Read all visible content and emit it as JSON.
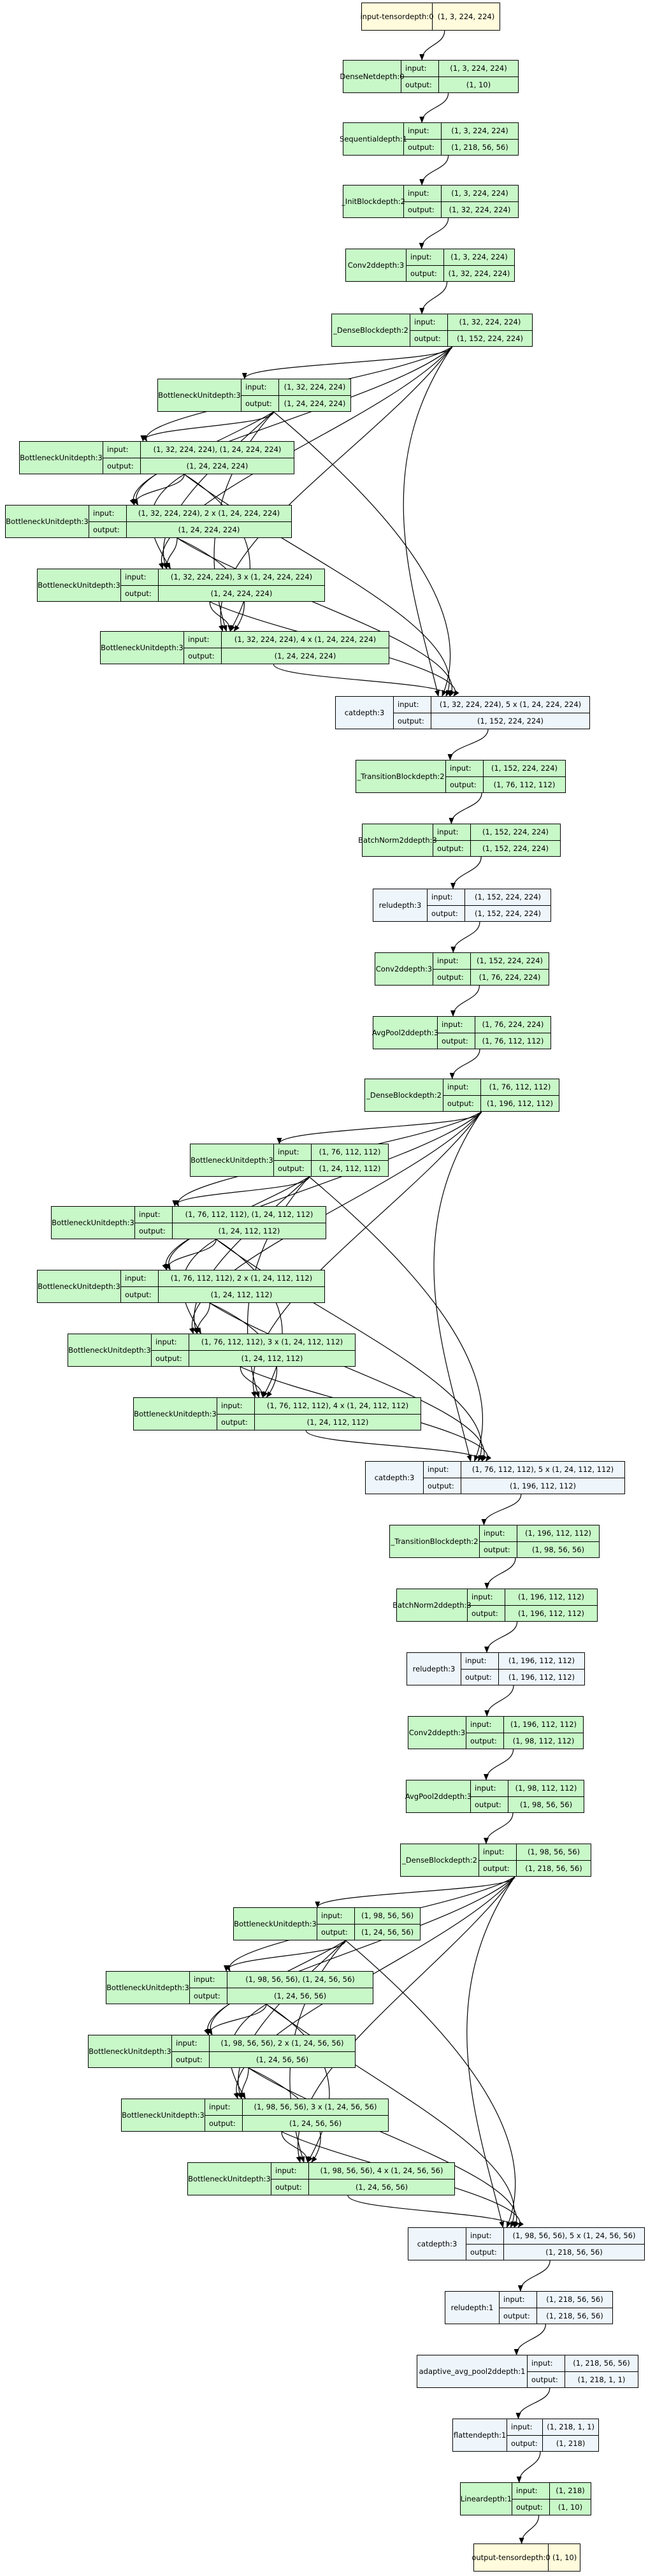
{
  "labels": {
    "input": "input:",
    "output": "output:"
  },
  "nodes": [
    {
      "id": "n0",
      "type": "tensor",
      "name": "input-tensor",
      "depth": "depth:0",
      "value": "(1, 3, 224, 224)"
    },
    {
      "id": "n1",
      "type": "mod",
      "name": "DenseNet",
      "depth": "depth:0",
      "input": "(1, 3, 224, 224)",
      "output": "(1, 10)"
    },
    {
      "id": "n2",
      "type": "mod",
      "name": "Sequential",
      "depth": "depth:1",
      "input": "(1, 3, 224, 224)",
      "output": "(1, 218, 56, 56)"
    },
    {
      "id": "n3",
      "type": "mod",
      "name": "_InitBlock",
      "depth": "depth:2",
      "input": "(1, 3, 224, 224)",
      "output": "(1, 32, 224, 224)"
    },
    {
      "id": "n4",
      "type": "mod",
      "name": "Conv2d",
      "depth": "depth:3",
      "input": "(1, 3, 224, 224)",
      "output": "(1, 32, 224, 224)"
    },
    {
      "id": "n5",
      "type": "mod",
      "name": "_DenseBlock",
      "depth": "depth:2",
      "input": "(1, 32, 224, 224)",
      "output": "(1, 152, 224, 224)"
    },
    {
      "id": "n6",
      "type": "mod",
      "name": "BottleneckUnit",
      "depth": "depth:3",
      "input": "(1, 32, 224, 224)",
      "output": "(1, 24, 224, 224)"
    },
    {
      "id": "n7",
      "type": "mod",
      "name": "BottleneckUnit",
      "depth": "depth:3",
      "input": "(1, 32, 224, 224), (1, 24, 224, 224)",
      "output": "(1, 24, 224, 224)"
    },
    {
      "id": "n8",
      "type": "mod",
      "name": "BottleneckUnit",
      "depth": "depth:3",
      "input": "(1, 32, 224, 224), 2 x (1, 24, 224, 224)",
      "output": "(1, 24, 224, 224)"
    },
    {
      "id": "n9",
      "type": "mod",
      "name": "BottleneckUnit",
      "depth": "depth:3",
      "input": "(1, 32, 224, 224), 3 x (1, 24, 224, 224)",
      "output": "(1, 24, 224, 224)"
    },
    {
      "id": "n10",
      "type": "mod",
      "name": "BottleneckUnit",
      "depth": "depth:3",
      "input": "(1, 32, 224, 224), 4 x (1, 24, 224, 224)",
      "output": "(1, 24, 224, 224)"
    },
    {
      "id": "n11",
      "type": "fn",
      "name": "cat",
      "depth": "depth:3",
      "input": "(1, 32, 224, 224), 5 x (1, 24, 224, 224)",
      "output": "(1, 152, 224, 224)"
    },
    {
      "id": "n12",
      "type": "mod",
      "name": "_TransitionBlock",
      "depth": "depth:2",
      "input": "(1, 152, 224, 224)",
      "output": "(1, 76, 112, 112)"
    },
    {
      "id": "n13",
      "type": "mod",
      "name": "BatchNorm2d",
      "depth": "depth:3",
      "input": "(1, 152, 224, 224)",
      "output": "(1, 152, 224, 224)"
    },
    {
      "id": "n14",
      "type": "fn",
      "name": "relu",
      "depth": "depth:3",
      "input": "(1, 152, 224, 224)",
      "output": "(1, 152, 224, 224)"
    },
    {
      "id": "n15",
      "type": "mod",
      "name": "Conv2d",
      "depth": "depth:3",
      "input": "(1, 152, 224, 224)",
      "output": "(1, 76, 224, 224)"
    },
    {
      "id": "n16",
      "type": "mod",
      "name": "AvgPool2d",
      "depth": "depth:3",
      "input": "(1, 76, 224, 224)",
      "output": "(1, 76, 112, 112)"
    },
    {
      "id": "n17",
      "type": "mod",
      "name": "_DenseBlock",
      "depth": "depth:2",
      "input": "(1, 76, 112, 112)",
      "output": "(1, 196, 112, 112)"
    },
    {
      "id": "n18",
      "type": "mod",
      "name": "BottleneckUnit",
      "depth": "depth:3",
      "input": "(1, 76, 112, 112)",
      "output": "(1, 24, 112, 112)"
    },
    {
      "id": "n19",
      "type": "mod",
      "name": "BottleneckUnit",
      "depth": "depth:3",
      "input": "(1, 76, 112, 112), (1, 24, 112, 112)",
      "output": "(1, 24, 112, 112)"
    },
    {
      "id": "n20",
      "type": "mod",
      "name": "BottleneckUnit",
      "depth": "depth:3",
      "input": "(1, 76, 112, 112), 2 x (1, 24, 112, 112)",
      "output": "(1, 24, 112, 112)"
    },
    {
      "id": "n21",
      "type": "mod",
      "name": "BottleneckUnit",
      "depth": "depth:3",
      "input": "(1, 76, 112, 112), 3 x (1, 24, 112, 112)",
      "output": "(1, 24, 112, 112)"
    },
    {
      "id": "n22",
      "type": "mod",
      "name": "BottleneckUnit",
      "depth": "depth:3",
      "input": "(1, 76, 112, 112), 4 x (1, 24, 112, 112)",
      "output": "(1, 24, 112, 112)"
    },
    {
      "id": "n23",
      "type": "fn",
      "name": "cat",
      "depth": "depth:3",
      "input": "(1, 76, 112, 112), 5 x (1, 24, 112, 112)",
      "output": "(1, 196, 112, 112)"
    },
    {
      "id": "n24",
      "type": "mod",
      "name": "_TransitionBlock",
      "depth": "depth:2",
      "input": "(1, 196, 112, 112)",
      "output": "(1, 98, 56, 56)"
    },
    {
      "id": "n25",
      "type": "mod",
      "name": "BatchNorm2d",
      "depth": "depth:3",
      "input": "(1, 196, 112, 112)",
      "output": "(1, 196, 112, 112)"
    },
    {
      "id": "n26",
      "type": "fn",
      "name": "relu",
      "depth": "depth:3",
      "input": "(1, 196, 112, 112)",
      "output": "(1, 196, 112, 112)"
    },
    {
      "id": "n27",
      "type": "mod",
      "name": "Conv2d",
      "depth": "depth:3",
      "input": "(1, 196, 112, 112)",
      "output": "(1, 98, 112, 112)"
    },
    {
      "id": "n28",
      "type": "mod",
      "name": "AvgPool2d",
      "depth": "depth:3",
      "input": "(1, 98, 112, 112)",
      "output": "(1, 98, 56, 56)"
    },
    {
      "id": "n29",
      "type": "mod",
      "name": "_DenseBlock",
      "depth": "depth:2",
      "input": "(1, 98, 56, 56)",
      "output": "(1, 218, 56, 56)"
    },
    {
      "id": "n30",
      "type": "mod",
      "name": "BottleneckUnit",
      "depth": "depth:3",
      "input": "(1, 98, 56, 56)",
      "output": "(1, 24, 56, 56)"
    },
    {
      "id": "n31",
      "type": "mod",
      "name": "BottleneckUnit",
      "depth": "depth:3",
      "input": "(1, 98, 56, 56), (1, 24, 56, 56)",
      "output": "(1, 24, 56, 56)"
    },
    {
      "id": "n32",
      "type": "mod",
      "name": "BottleneckUnit",
      "depth": "depth:3",
      "input": "(1, 98, 56, 56), 2 x (1, 24, 56, 56)",
      "output": "(1, 24, 56, 56)"
    },
    {
      "id": "n33",
      "type": "mod",
      "name": "BottleneckUnit",
      "depth": "depth:3",
      "input": "(1, 98, 56, 56), 3 x (1, 24, 56, 56)",
      "output": "(1, 24, 56, 56)"
    },
    {
      "id": "n34",
      "type": "mod",
      "name": "BottleneckUnit",
      "depth": "depth:3",
      "input": "(1, 98, 56, 56), 4 x (1, 24, 56, 56)",
      "output": "(1, 24, 56, 56)"
    },
    {
      "id": "n35",
      "type": "fn",
      "name": "cat",
      "depth": "depth:3",
      "input": "(1, 98, 56, 56), 5 x (1, 24, 56, 56)",
      "output": "(1, 218, 56, 56)"
    },
    {
      "id": "n36",
      "type": "fn",
      "name": "relu",
      "depth": "depth:1",
      "input": "(1, 218, 56, 56)",
      "output": "(1, 218, 56, 56)"
    },
    {
      "id": "n37",
      "type": "fn",
      "name": "adaptive_avg_pool2d",
      "depth": "depth:1",
      "input": "(1, 218, 56, 56)",
      "output": "(1, 218, 1, 1)"
    },
    {
      "id": "n38",
      "type": "fn",
      "name": "flatten",
      "depth": "depth:1",
      "input": "(1, 218, 1, 1)",
      "output": "(1, 218)"
    },
    {
      "id": "n39",
      "type": "mod",
      "name": "Linear",
      "depth": "depth:1",
      "input": "(1, 218)",
      "output": "(1, 10)"
    },
    {
      "id": "n40",
      "type": "tensor",
      "name": "output-tensor",
      "depth": "depth:0",
      "value": "(1, 10)"
    }
  ],
  "edges": [
    [
      "n0",
      "n1"
    ],
    [
      "n1",
      "n2"
    ],
    [
      "n2",
      "n3"
    ],
    [
      "n3",
      "n4"
    ],
    [
      "n4",
      "n5"
    ],
    [
      "n5",
      "n6"
    ],
    [
      "n5",
      "n7"
    ],
    [
      "n5",
      "n8"
    ],
    [
      "n5",
      "n9"
    ],
    [
      "n5",
      "n10"
    ],
    [
      "n5",
      "n11"
    ],
    [
      "n6",
      "n7"
    ],
    [
      "n6",
      "n8"
    ],
    [
      "n6",
      "n9"
    ],
    [
      "n6",
      "n10"
    ],
    [
      "n6",
      "n11"
    ],
    [
      "n7",
      "n8"
    ],
    [
      "n7",
      "n9"
    ],
    [
      "n7",
      "n10"
    ],
    [
      "n7",
      "n11"
    ],
    [
      "n8",
      "n9"
    ],
    [
      "n8",
      "n10"
    ],
    [
      "n8",
      "n11"
    ],
    [
      "n9",
      "n10"
    ],
    [
      "n9",
      "n11"
    ],
    [
      "n10",
      "n11"
    ],
    [
      "n11",
      "n12"
    ],
    [
      "n12",
      "n13"
    ],
    [
      "n13",
      "n14"
    ],
    [
      "n14",
      "n15"
    ],
    [
      "n15",
      "n16"
    ],
    [
      "n16",
      "n17"
    ],
    [
      "n17",
      "n18"
    ],
    [
      "n17",
      "n19"
    ],
    [
      "n17",
      "n20"
    ],
    [
      "n17",
      "n21"
    ],
    [
      "n17",
      "n22"
    ],
    [
      "n17",
      "n23"
    ],
    [
      "n18",
      "n19"
    ],
    [
      "n18",
      "n20"
    ],
    [
      "n18",
      "n21"
    ],
    [
      "n18",
      "n22"
    ],
    [
      "n18",
      "n23"
    ],
    [
      "n19",
      "n20"
    ],
    [
      "n19",
      "n21"
    ],
    [
      "n19",
      "n22"
    ],
    [
      "n19",
      "n23"
    ],
    [
      "n20",
      "n21"
    ],
    [
      "n20",
      "n22"
    ],
    [
      "n20",
      "n23"
    ],
    [
      "n21",
      "n22"
    ],
    [
      "n21",
      "n23"
    ],
    [
      "n22",
      "n23"
    ],
    [
      "n23",
      "n24"
    ],
    [
      "n24",
      "n25"
    ],
    [
      "n25",
      "n26"
    ],
    [
      "n26",
      "n27"
    ],
    [
      "n27",
      "n28"
    ],
    [
      "n28",
      "n29"
    ],
    [
      "n29",
      "n30"
    ],
    [
      "n29",
      "n31"
    ],
    [
      "n29",
      "n32"
    ],
    [
      "n29",
      "n33"
    ],
    [
      "n29",
      "n34"
    ],
    [
      "n29",
      "n35"
    ],
    [
      "n30",
      "n31"
    ],
    [
      "n30",
      "n32"
    ],
    [
      "n30",
      "n33"
    ],
    [
      "n30",
      "n34"
    ],
    [
      "n30",
      "n35"
    ],
    [
      "n31",
      "n32"
    ],
    [
      "n31",
      "n33"
    ],
    [
      "n31",
      "n34"
    ],
    [
      "n31",
      "n35"
    ],
    [
      "n32",
      "n33"
    ],
    [
      "n32",
      "n34"
    ],
    [
      "n32",
      "n35"
    ],
    [
      "n33",
      "n34"
    ],
    [
      "n33",
      "n35"
    ],
    [
      "n34",
      "n35"
    ],
    [
      "n35",
      "n36"
    ],
    [
      "n36",
      "n37"
    ],
    [
      "n37",
      "n38"
    ],
    [
      "n38",
      "n39"
    ],
    [
      "n39",
      "n40"
    ]
  ]
}
